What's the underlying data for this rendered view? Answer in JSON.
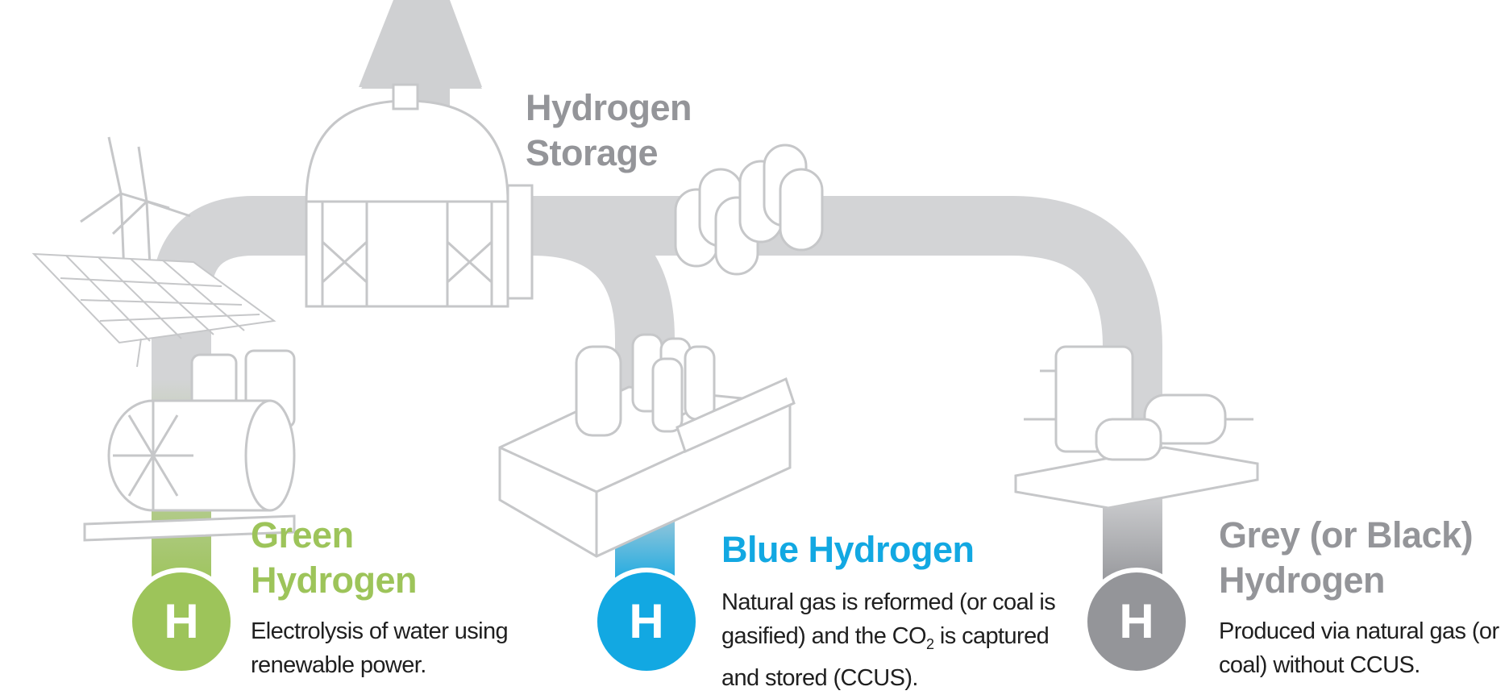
{
  "storage": {
    "title_line1": "Hydrogen",
    "title_line2": "Storage"
  },
  "colors": {
    "green": "#9dc45a",
    "blue": "#12a8e2",
    "grey": "#949599",
    "pipe": "#d3d4d6",
    "arrow": "#cfd0d2",
    "sketch": "#c6c7c9"
  },
  "types": [
    {
      "key": "green",
      "symbol": "H",
      "title_line1": "Green",
      "title_line2": "Hydrogen",
      "desc_line1": "Electrolysis of water using",
      "desc_line2": "renewable power."
    },
    {
      "key": "blue",
      "symbol": "H",
      "title": "Blue Hydrogen",
      "desc_line1": "Natural gas is reformed (or coal is",
      "desc_line2_pre": "gasified) and the CO",
      "desc_line2_sub": "2",
      "desc_line2_post": " is captured",
      "desc_line3": "and stored (CCUS)."
    },
    {
      "key": "grey",
      "symbol": "H",
      "title_line1": "Grey (or Black)",
      "title_line2": "Hydrogen",
      "desc_line1": "Produced via natural gas (or",
      "desc_line2": "coal) without CCUS."
    }
  ]
}
